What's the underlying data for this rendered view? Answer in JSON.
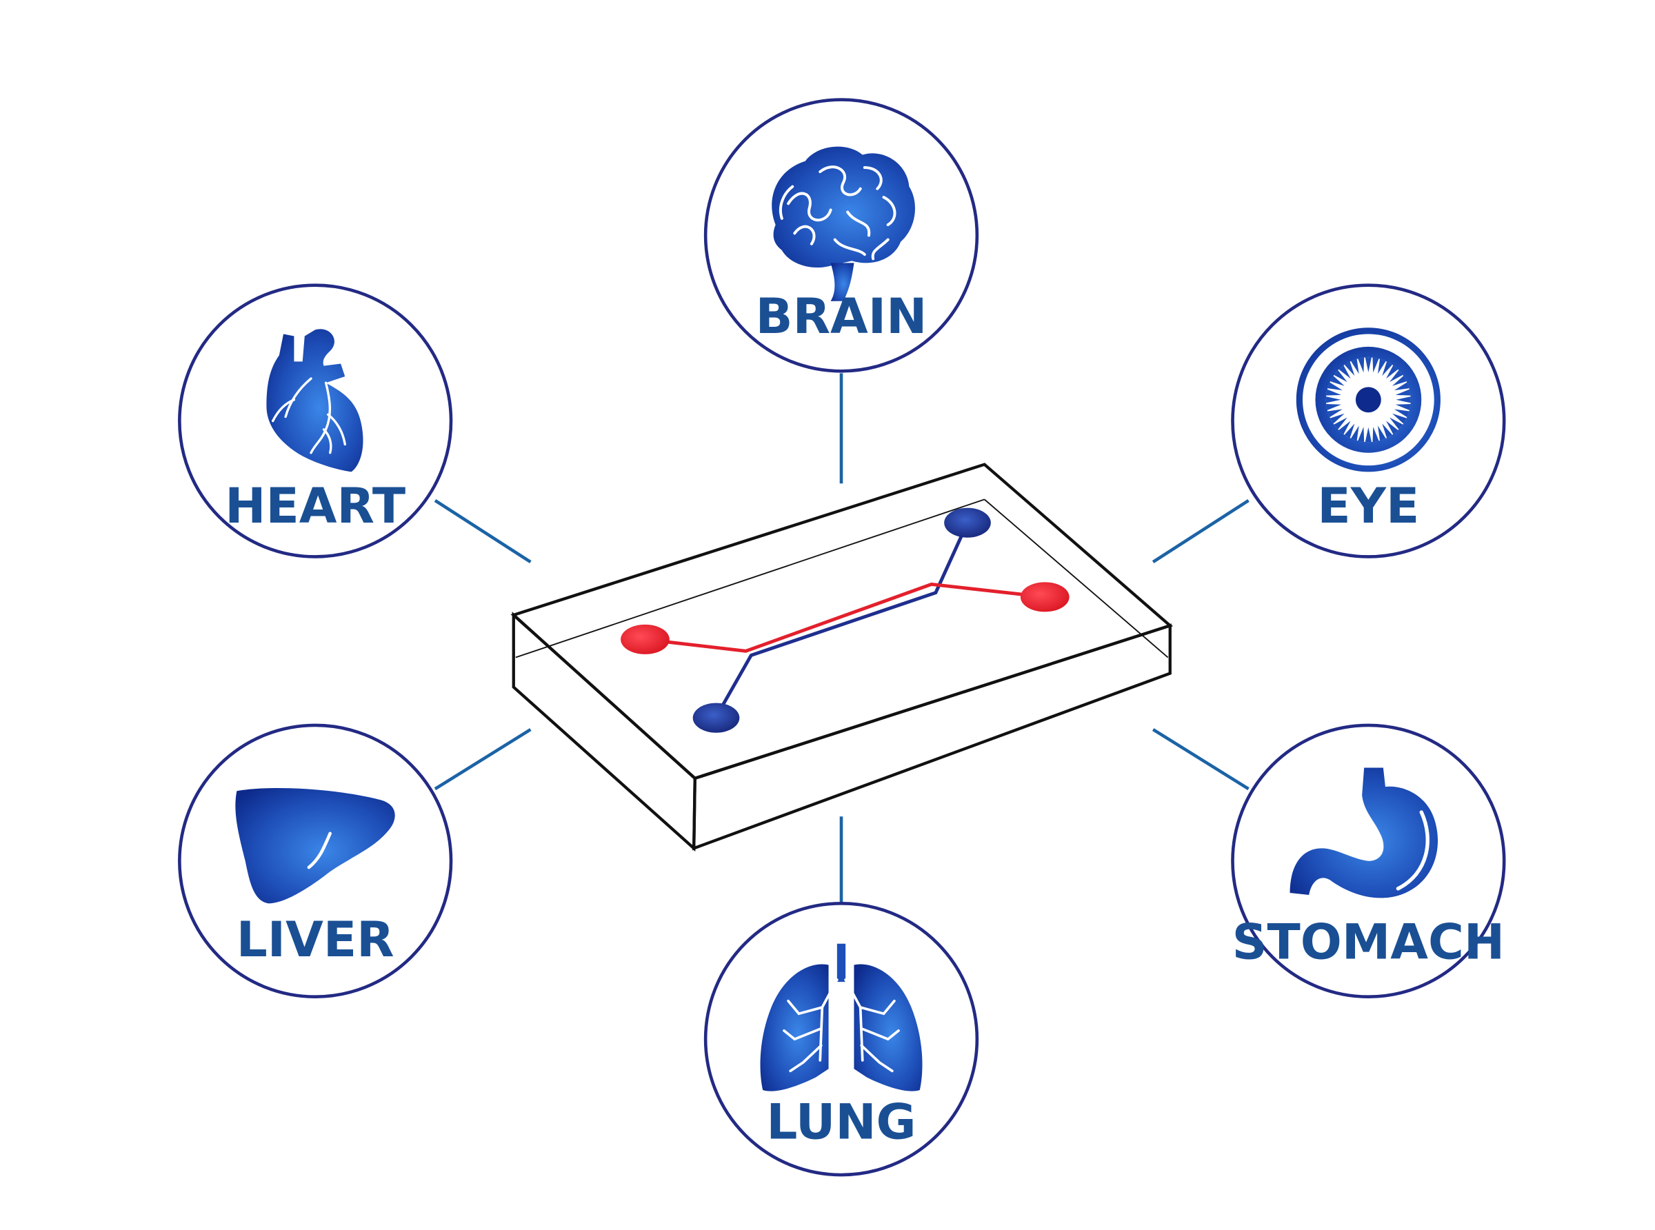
{
  "colors": {
    "circle_stroke": "#232a84",
    "connector": "#1b63a6",
    "organ_dark": "#0d2a8c",
    "organ_light": "#2f73d6",
    "label": "#1a4f94",
    "chip_outline": "#111111",
    "channel_red": "#e3202c",
    "channel_blue": "#1f2e8e"
  },
  "organs": [
    {
      "key": "brain",
      "label": "BRAIN",
      "icon": "brain-icon"
    },
    {
      "key": "heart",
      "label": "HEART",
      "icon": "heart-icon"
    },
    {
      "key": "eye",
      "label": "EYE",
      "icon": "eye-icon"
    },
    {
      "key": "liver",
      "label": "LIVER",
      "icon": "liver-icon"
    },
    {
      "key": "stomach",
      "label": "STOMACH",
      "icon": "stomach-icon"
    },
    {
      "key": "lung",
      "label": "LUNG",
      "icon": "lung-icon"
    }
  ],
  "chip": {
    "icon": "microfluidic-chip-icon"
  }
}
